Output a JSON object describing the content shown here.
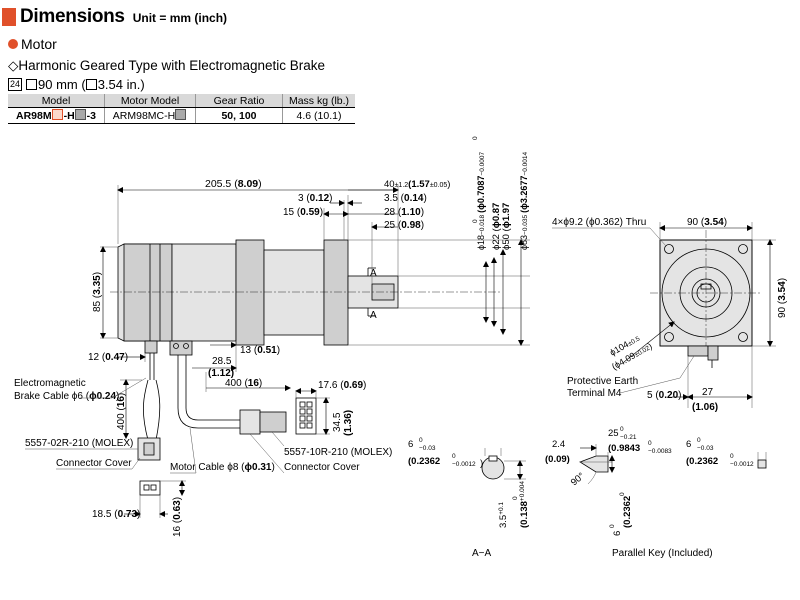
{
  "header": {
    "title": "Dimensions",
    "unit": "Unit = mm (inch)"
  },
  "section": {
    "title": "Motor"
  },
  "subtitle": "◇Harmonic Geared Type with Electromagnetic Brake",
  "size": {
    "badge": "24",
    "text": "90 mm (",
    "text_inch": "3.54 in.)"
  },
  "table": {
    "headers": [
      "Model",
      "Motor Model",
      "Gear Ratio",
      "Mass kg (lb.)"
    ],
    "row": {
      "model_a": "AR98M",
      "model_b": "-H",
      "model_c": "-3",
      "motor_a": "ARM98MC-H",
      "ratio": "50, 100",
      "mass": "4.6 (10.1)"
    }
  },
  "dims": {
    "d205": "205.5 (",
    "d205b": "8.09",
    "d205c": ")",
    "d40": "40",
    "d40tol": "±1.2",
    "d40in": "(1.57",
    "d40intol": "±0.05",
    "d40c": ")",
    "d3": "3 (",
    "d3b": "0.12",
    "d3c": ")",
    "d35": "3.5 (",
    "d35b": "0.14",
    "d35c": ")",
    "d15": "15 (",
    "d15b": "0.59",
    "d15c": ")",
    "d28": "28 (",
    "d28b": "1.10",
    "d28c": ")",
    "d25": "25 (",
    "d25b": "0.98",
    "d25c": ")",
    "phi18": "ϕ18",
    "phi18tol": "−0.018",
    "phi18in": "(ϕ0.7087",
    "phi18intol": "−0.0007",
    "zero": "0",
    "phi22": "ϕ22 (",
    "phi22b": "ϕ0.87",
    "phi50": "ϕ50 (",
    "phi50b": "ϕ1.97",
    "phi83": "ϕ83",
    "phi83tol": "−0.035",
    "phi83in": "(ϕ3.2677",
    "phi83intol": "−0.0014",
    "d85": "85 (",
    "d85b": "3.35",
    "d85c": ")",
    "d12": "12 (",
    "d12b": "0.47",
    "d12c": ")",
    "d13": "13 (",
    "d13b": "0.51",
    "d13c": ")",
    "d285": "28.5",
    "d285in": "(1.12)",
    "d400a": "400 (",
    "d400ab": "16",
    "d400ac": ")",
    "d400v": "400 (",
    "d400vb": "16",
    "d400vc": ")",
    "d176": "17.6 (",
    "d176b": "0.69",
    "d176c": ")",
    "d345": "34.5",
    "d345in": "(1.36)",
    "d185": "18.5 (",
    "d185b": "0.73",
    "d185c": ")",
    "d16": "16 (",
    "d16b": "0.63",
    "d16c": ")",
    "holes": "4×ϕ9.2 (ϕ0.362) Thru",
    "d90top": "90 (",
    "d90topb": "3.54",
    "d90topc": ")",
    "d90side": "90 (",
    "d90sideb": "3.54",
    "d90sidec": ")",
    "phi104": "ϕ104",
    "phi104tol": "±0.5",
    "phi104in": "(ϕ4.09",
    "phi104intol": "±0.02",
    "phi104c": ")",
    "d5": "5 (",
    "d5b": "0.20",
    "d5c": ")",
    "d27": "27",
    "d27in": "(1.06)",
    "key6": "6",
    "key6tol": "−0.03",
    "key6in": "(0.2362",
    "key6intol": "−0.0012",
    "key6c": ")",
    "d35b2": "3.5",
    "d35b2tol": "+0.1",
    "d35b2in": "(0.138",
    "d35b2intol": "+0.004",
    "d24": "2.4",
    "d24in": "(0.09)",
    "d25k": "25",
    "d25ktol": "−0.21",
    "d25kin": "(0.9843",
    "d25kintol": "−0.0083",
    "d90deg": "90°",
    "key6c2": "6",
    "key6c2in": "(0.2362",
    "key6d": "6",
    "key6din": "(0.2362"
  },
  "labels": {
    "brake_cable": [
      "Electromagnetic",
      "Brake Cable ϕ6 (",
      "ϕ0.24",
      ")"
    ],
    "molex2": "5557-02R-210 (MOLEX)",
    "cover1": "Connector Cover",
    "motor_cable": [
      "Motor Cable ϕ8 (",
      "ϕ0.31",
      ")"
    ],
    "molex10": "5557-10R-210 (MOLEX)",
    "cover2": "Connector Cover",
    "earth": [
      "Protective Earth",
      "Terminal M4"
    ],
    "section_aa": "A−A",
    "parallel_key": "Parallel Key (Included)",
    "mark_a": "A"
  }
}
